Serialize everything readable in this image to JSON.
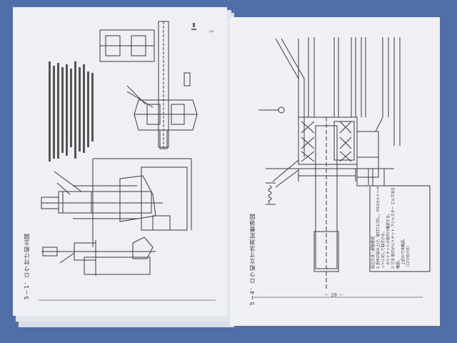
{
  "left_page": {
    "title": "5－1．ロウ付け組立図",
    "page_mark": "1"
  },
  "right_page": {
    "title": "5－4．ロウ組立寸法測定要領図",
    "notes_header": "組立方法・調整要領",
    "notes": [
      "1.支持の組み上げ，取付穴に対し，Ｍ12ボルト～ナットに対して取付ける。",
      "　ボルトナットの取付け確認する。",
      "2.寸法 取付ボルトナット アジャスター エル寸法を確認。",
      "　上記の寸法確認。",
      "（ロウ付け日）"
    ],
    "page_number": "－ 28 －"
  },
  "colors": {
    "background": "#4f6fa8",
    "paper": "#eef0f4",
    "ink": "#3a3a3a"
  }
}
